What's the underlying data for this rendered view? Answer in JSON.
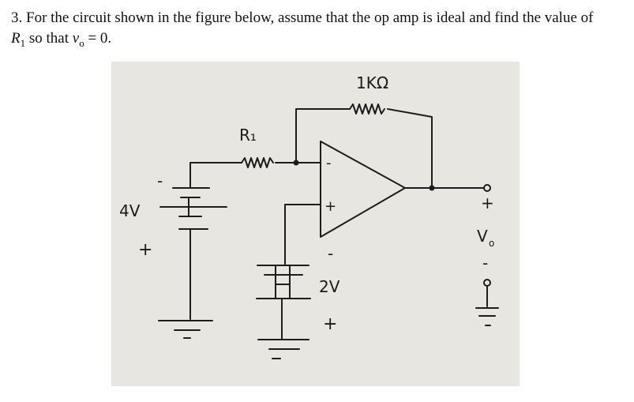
{
  "problem": {
    "number": "3.",
    "text_part1": "For the circuit shown in the figure below, assume that the op amp is ideal and find the value of",
    "r1_symbol": "R",
    "r1_subscript": "1",
    "text_part2": "so that",
    "vo_symbol": "v",
    "vo_subscript": "o",
    "condition": "= 0."
  },
  "figure": {
    "feedback_resistor_label": "1KΩ",
    "input_resistor_label": "R₁",
    "source1_label": "4V",
    "source1_plus": "+",
    "source1_minus": "-",
    "source2_label": "2V",
    "source2_plus": "+",
    "source2_minus": "-",
    "opamp_inverting_sign": "-",
    "opamp_noninverting_sign": "+",
    "output_label": "V",
    "output_label_subscript": "o",
    "output_plus": "+",
    "output_minus": "-"
  },
  "colors": {
    "paper": "#e7e6e1",
    "ink": "#1c1c1c"
  }
}
